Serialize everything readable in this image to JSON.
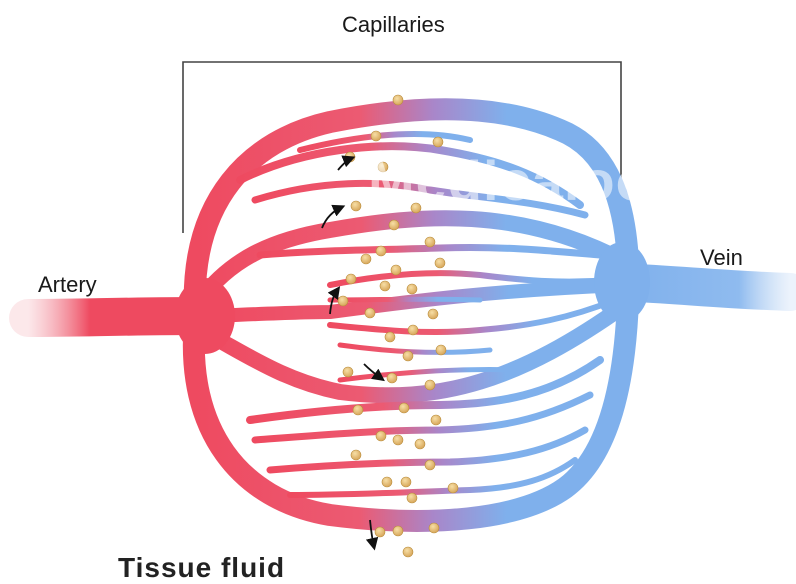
{
  "labels": {
    "capillaries": "Capillaries",
    "artery": "Artery",
    "vein": "Vein",
    "tissue_fluid": "Tissue fluid"
  },
  "watermark": "Medicalook.",
  "colors": {
    "artery": "#ee4a60",
    "artery_dark": "#c93248",
    "mid": "#a986c9",
    "vein": "#7fb0ec",
    "vein_dark": "#5f93d6",
    "particle": "#e6bf72",
    "particle_edge": "#b98d3c",
    "line": "#444444"
  }
}
